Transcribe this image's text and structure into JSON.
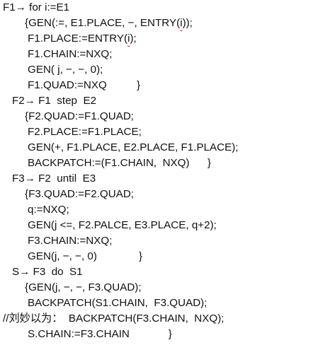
{
  "document": {
    "lines": [
      "F1→ for i:=E1",
      "{GEN(:=, E1.PLACE, −, ENTRY(i));",
      "F1.PLACE:=ENTRY(i);",
      "F1.CHAIN:=NXQ;",
      "GEN( j, −, −, 0);",
      "F1.QUAD:=NXQ          }",
      "F2→ F1  step  E2",
      "{F2.QUAD:=F1.QUAD;",
      "F2.PLACE:=F1.PLACE;",
      "GEN(+, F1.PLACE, E2.PLACE, F1.PLACE);",
      "BACKPATCH:=(F1.CHAIN,  NXQ)      }",
      "F3→ F2  until  E3",
      "{F3.QUAD:=F2.QUAD;",
      "q:=NXQ;",
      "GEN(j <=, F2.PALCE, E3.PLACE, q+2);",
      "F3.CHAIN:=NXQ;",
      "GEN(j, −, −, 0)              }",
      "S→ F3  do  S1",
      "{GEN(j, −, −, F3.QUAD);",
      "BACKPATCH(S1.CHAIN,  F3.QUAD);",
      "//刘妙以为：  BACKPATCH(F3.CHAIN,  NXQ);",
      "S.CHAIN:=F3.CHAIN             }"
    ],
    "spell_marks": {
      "line1_pre": "{GEN(:=, E1.PLACE, −, ENTRY(",
      "line1_mark": "i",
      "line1_post": "));",
      "line2_pre": "F1.PLACE:=ENTRY(",
      "line2_mark": "i",
      "line2_post": ");"
    }
  }
}
